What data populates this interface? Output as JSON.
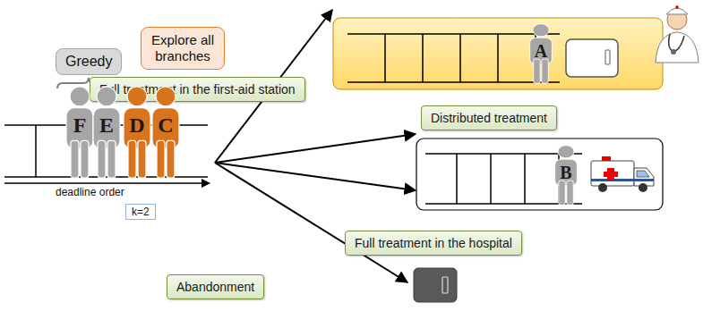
{
  "diagram": {
    "nodes": [
      {
        "text": [
          "Full treatment in the first-aid station"
        ]
      },
      {
        "text": [
          "A"
        ]
      },
      {
        "text": [
          "Greedy"
        ]
      },
      {
        "text": [
          "Explore all branches"
        ]
      },
      {
        "text": [
          "Distributed treatment"
        ]
      },
      {
        "text": [
          "F"
        ]
      },
      {
        "text": [
          "E"
        ]
      },
      {
        "text": [
          "D"
        ]
      },
      {
        "text": [
          "C"
        ]
      },
      {
        "text": [
          "B"
        ]
      },
      {
        "text": [
          "Full treatment in the hospital"
        ]
      },
      {
        "text": [
          "k=2"
        ]
      },
      {
        "text": [
          "Abandonment"
        ]
      }
    ],
    "labels": [
      "deadline order"
    ]
  }
}
